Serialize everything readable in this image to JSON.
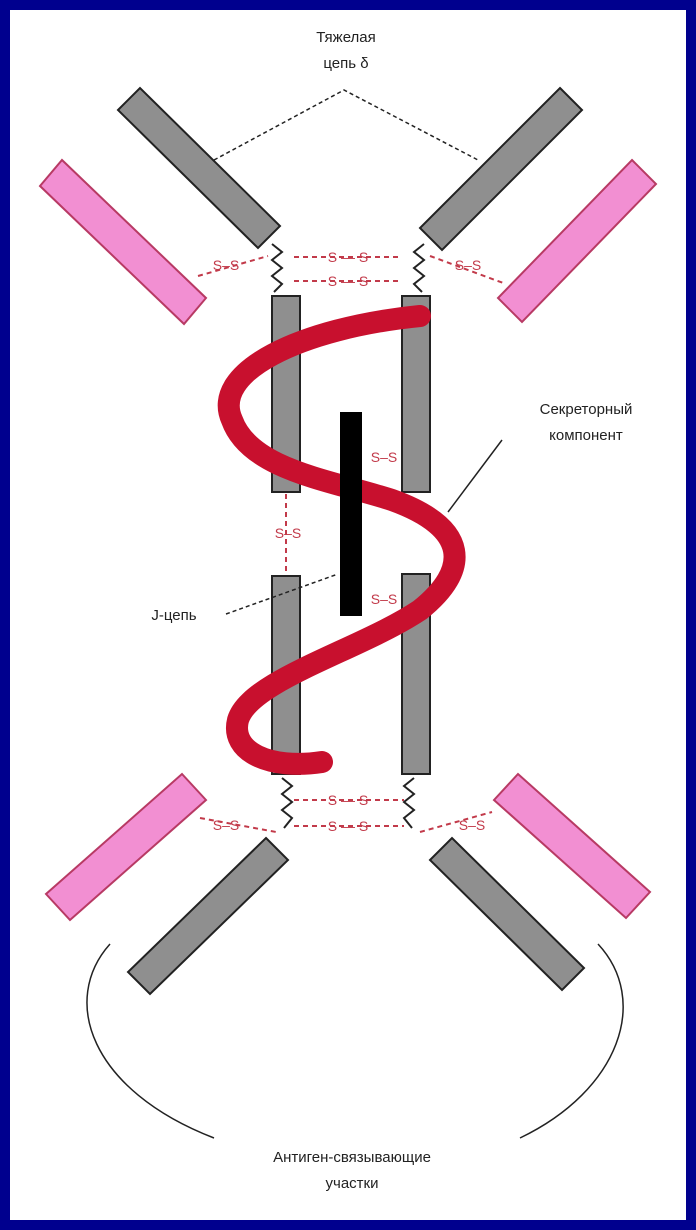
{
  "labels": {
    "heavy_chain_line1": "Тяжелая",
    "heavy_chain_line2": "цепь δ",
    "secretory_component_line1": "Секреторный",
    "secretory_component_line2": "компонент",
    "j_chain": "J-цепь",
    "antigen_binding_line1": "Антиген-связывающие",
    "antigen_binding_line2": "участки"
  },
  "bond_labels": {
    "top_center_1": "S — S",
    "top_center_2": "S — S",
    "bottom_center_1": "S — S",
    "bottom_center_2": "S — S",
    "left_top": "S–S",
    "right_top": "S–S",
    "left_bottom": "S–S",
    "right_bottom": "S–S",
    "jchain_upper": "S–S",
    "jchain_lower": "S–S",
    "middle_left": "S–S"
  },
  "colors": {
    "background": "#00008e",
    "heavy_chain": "#8f8f8f",
    "light_chain": "#f28fd2",
    "secretory_component": "#c8102e",
    "j_chain": "#000000",
    "bond": "#c23a4a"
  }
}
